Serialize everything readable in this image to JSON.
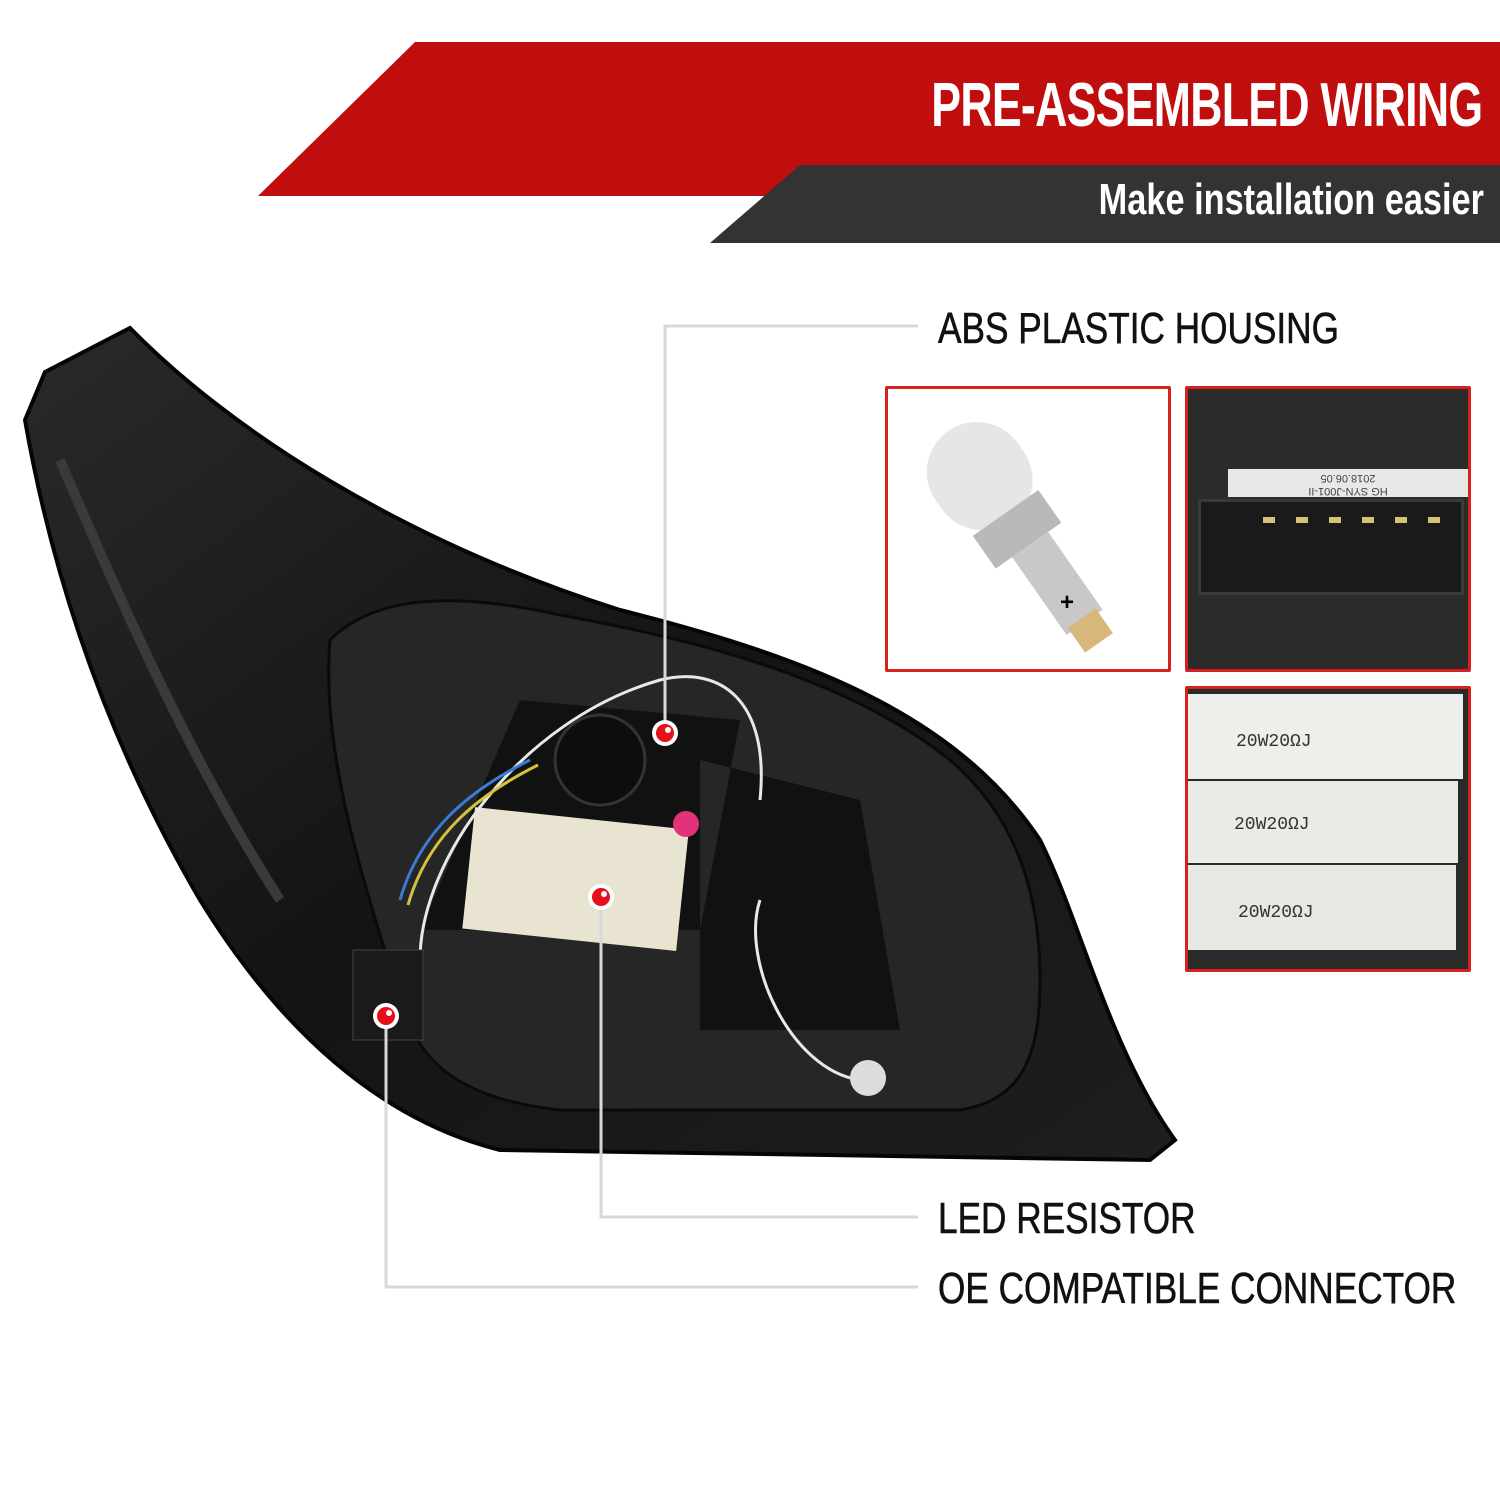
{
  "banner": {
    "title": "PRE-ASSEMBLED WIRING",
    "subtitle": "Make installation easier",
    "colors": {
      "red": "#c00d0e",
      "dark": "#333333"
    }
  },
  "callouts": [
    {
      "label": "ABS PLASTIC HOUSING"
    },
    {
      "label": "LED RESISTOR"
    },
    {
      "label": "OE COMPATIBLE CONNECTOR"
    }
  ],
  "insets": {
    "bulb": {
      "mark": "+"
    },
    "connector": {
      "label_line1": "HG SYN-J001-II",
      "label_line2": "2018.06.05"
    },
    "resistors": {
      "labels": [
        "20W20ΩJ",
        "20W20ΩJ",
        "20W20ΩJ"
      ]
    }
  },
  "colors": {
    "marker": "#e5101a",
    "inset_border": "#d9201f",
    "line": "#d8d8d8"
  }
}
